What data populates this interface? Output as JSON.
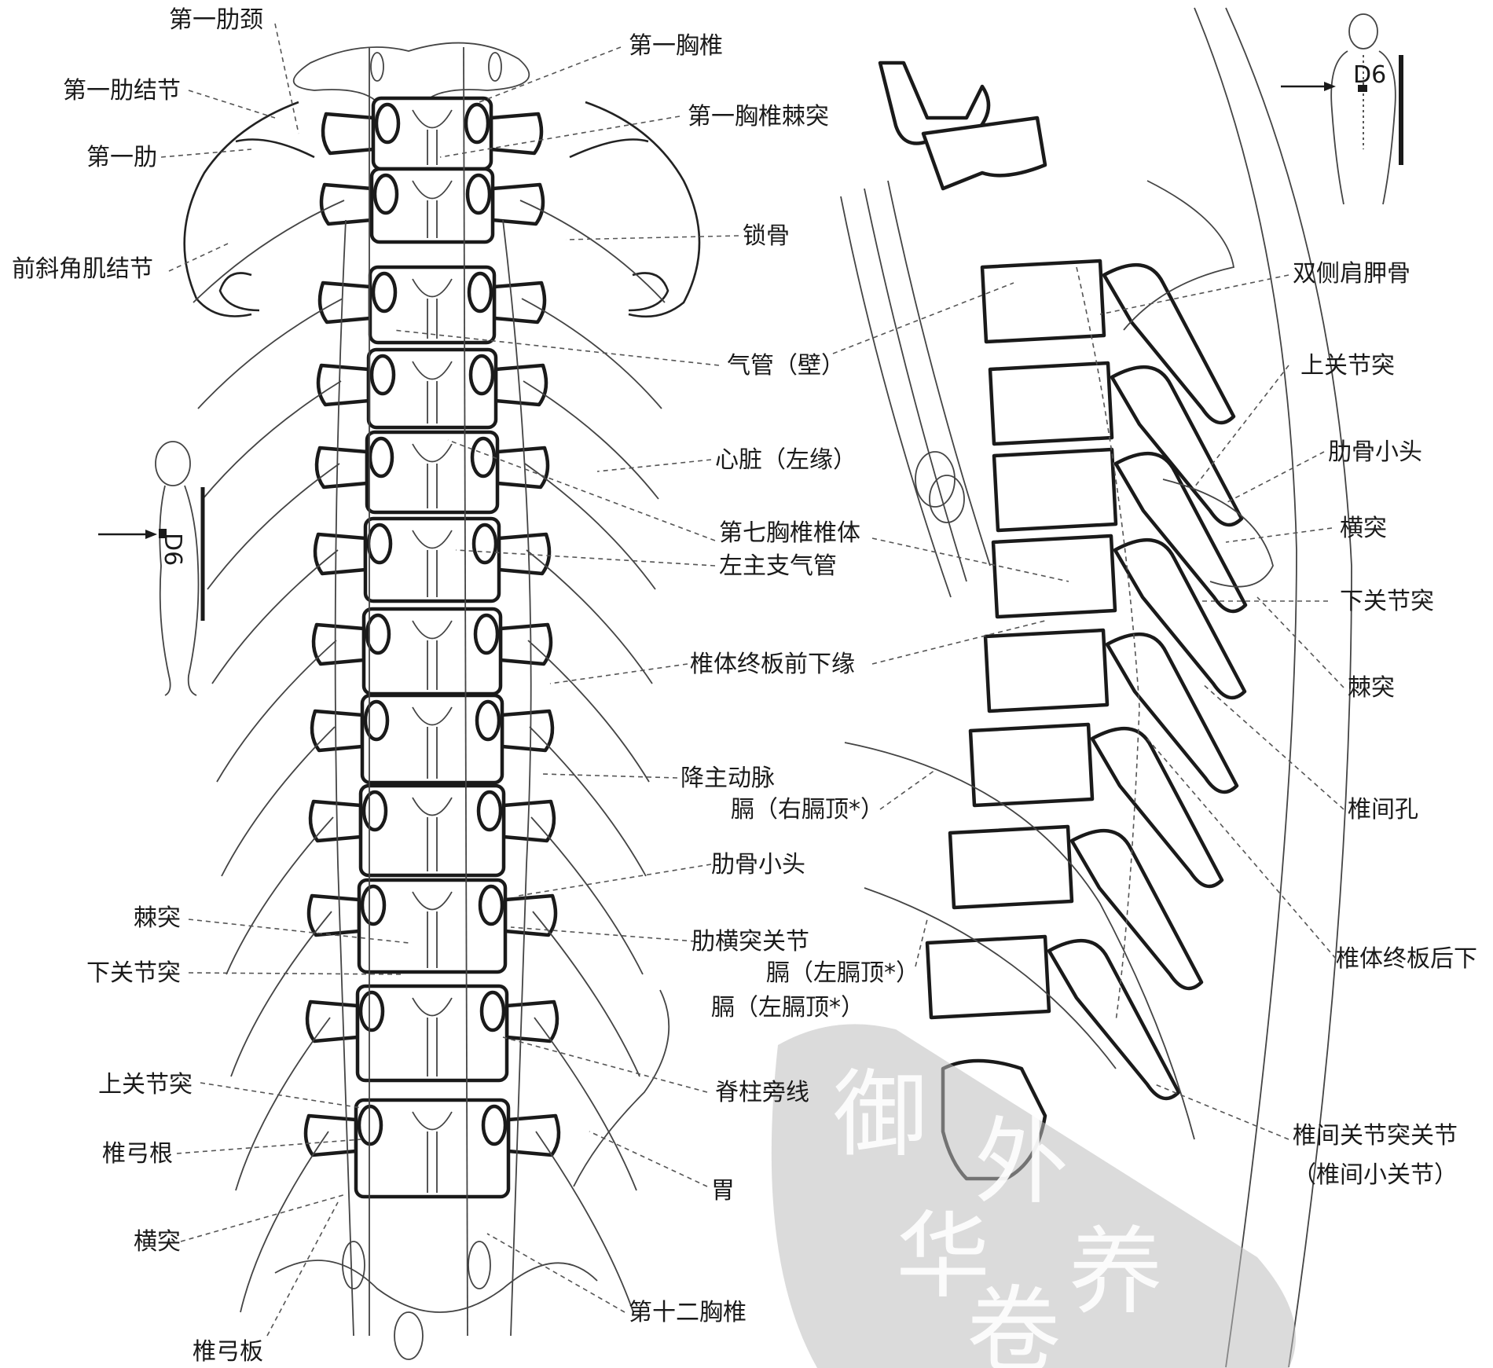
{
  "labels": {
    "left": {
      "rib1_neck": "第一肋颈",
      "rib1_tubercle": "第一肋结节",
      "rib1": "第一肋",
      "scalene_tubercle": "前斜角肌结节",
      "spinous_process": "棘突",
      "inferior_articular": "下关节突",
      "superior_articular": "上关节突",
      "pedicle": "椎弓根",
      "transverse_process": "横突",
      "lamina": "椎弓板"
    },
    "center": {
      "t1": "第一胸椎",
      "t1_spinous": "第一胸椎棘突",
      "clavicle": "锁骨",
      "trachea_wall": "气管（壁）",
      "heart_left_border": "心脏（左缘）",
      "t7_body": "第七胸椎椎体",
      "left_main_bronchus": "左主支气管",
      "endplate_anterior_inferior": "椎体终板前下缘",
      "descending_aorta": "降主动脉",
      "diaphragm_right_dome": "膈（右膈顶*）",
      "rib_head": "肋骨小头",
      "costotransverse_joint": "肋横突关节",
      "diaphragm_left_dome_1": "膈（左膈顶*）",
      "diaphragm_left_dome_2": "膈（左膈顶*）",
      "paraspinal_line": "脊柱旁线",
      "stomach": "胃",
      "t12": "第十二胸椎"
    },
    "right": {
      "bilateral_scapula": "双侧肩胛骨",
      "superior_articular": "上关节突",
      "rib_head": "肋骨小头",
      "transverse_process": "横突",
      "inferior_articular": "下关节突",
      "spinous_process": "棘突",
      "intervertebral_foramen": "椎间孔",
      "endplate_posterior_inferior": "椎体终板后下",
      "facet_joint": "椎间关节突关节",
      "facet_joint_alt": "（椎间小关节）"
    },
    "icons": {
      "level_marker_side": "D6",
      "level_marker_back": "D6"
    }
  },
  "watermark": {
    "glyphs": [
      "御",
      "外",
      "养",
      "华",
      "卷"
    ]
  },
  "colors": {
    "ink": "#1a1a1a",
    "watermark": "#bdbdbd"
  }
}
